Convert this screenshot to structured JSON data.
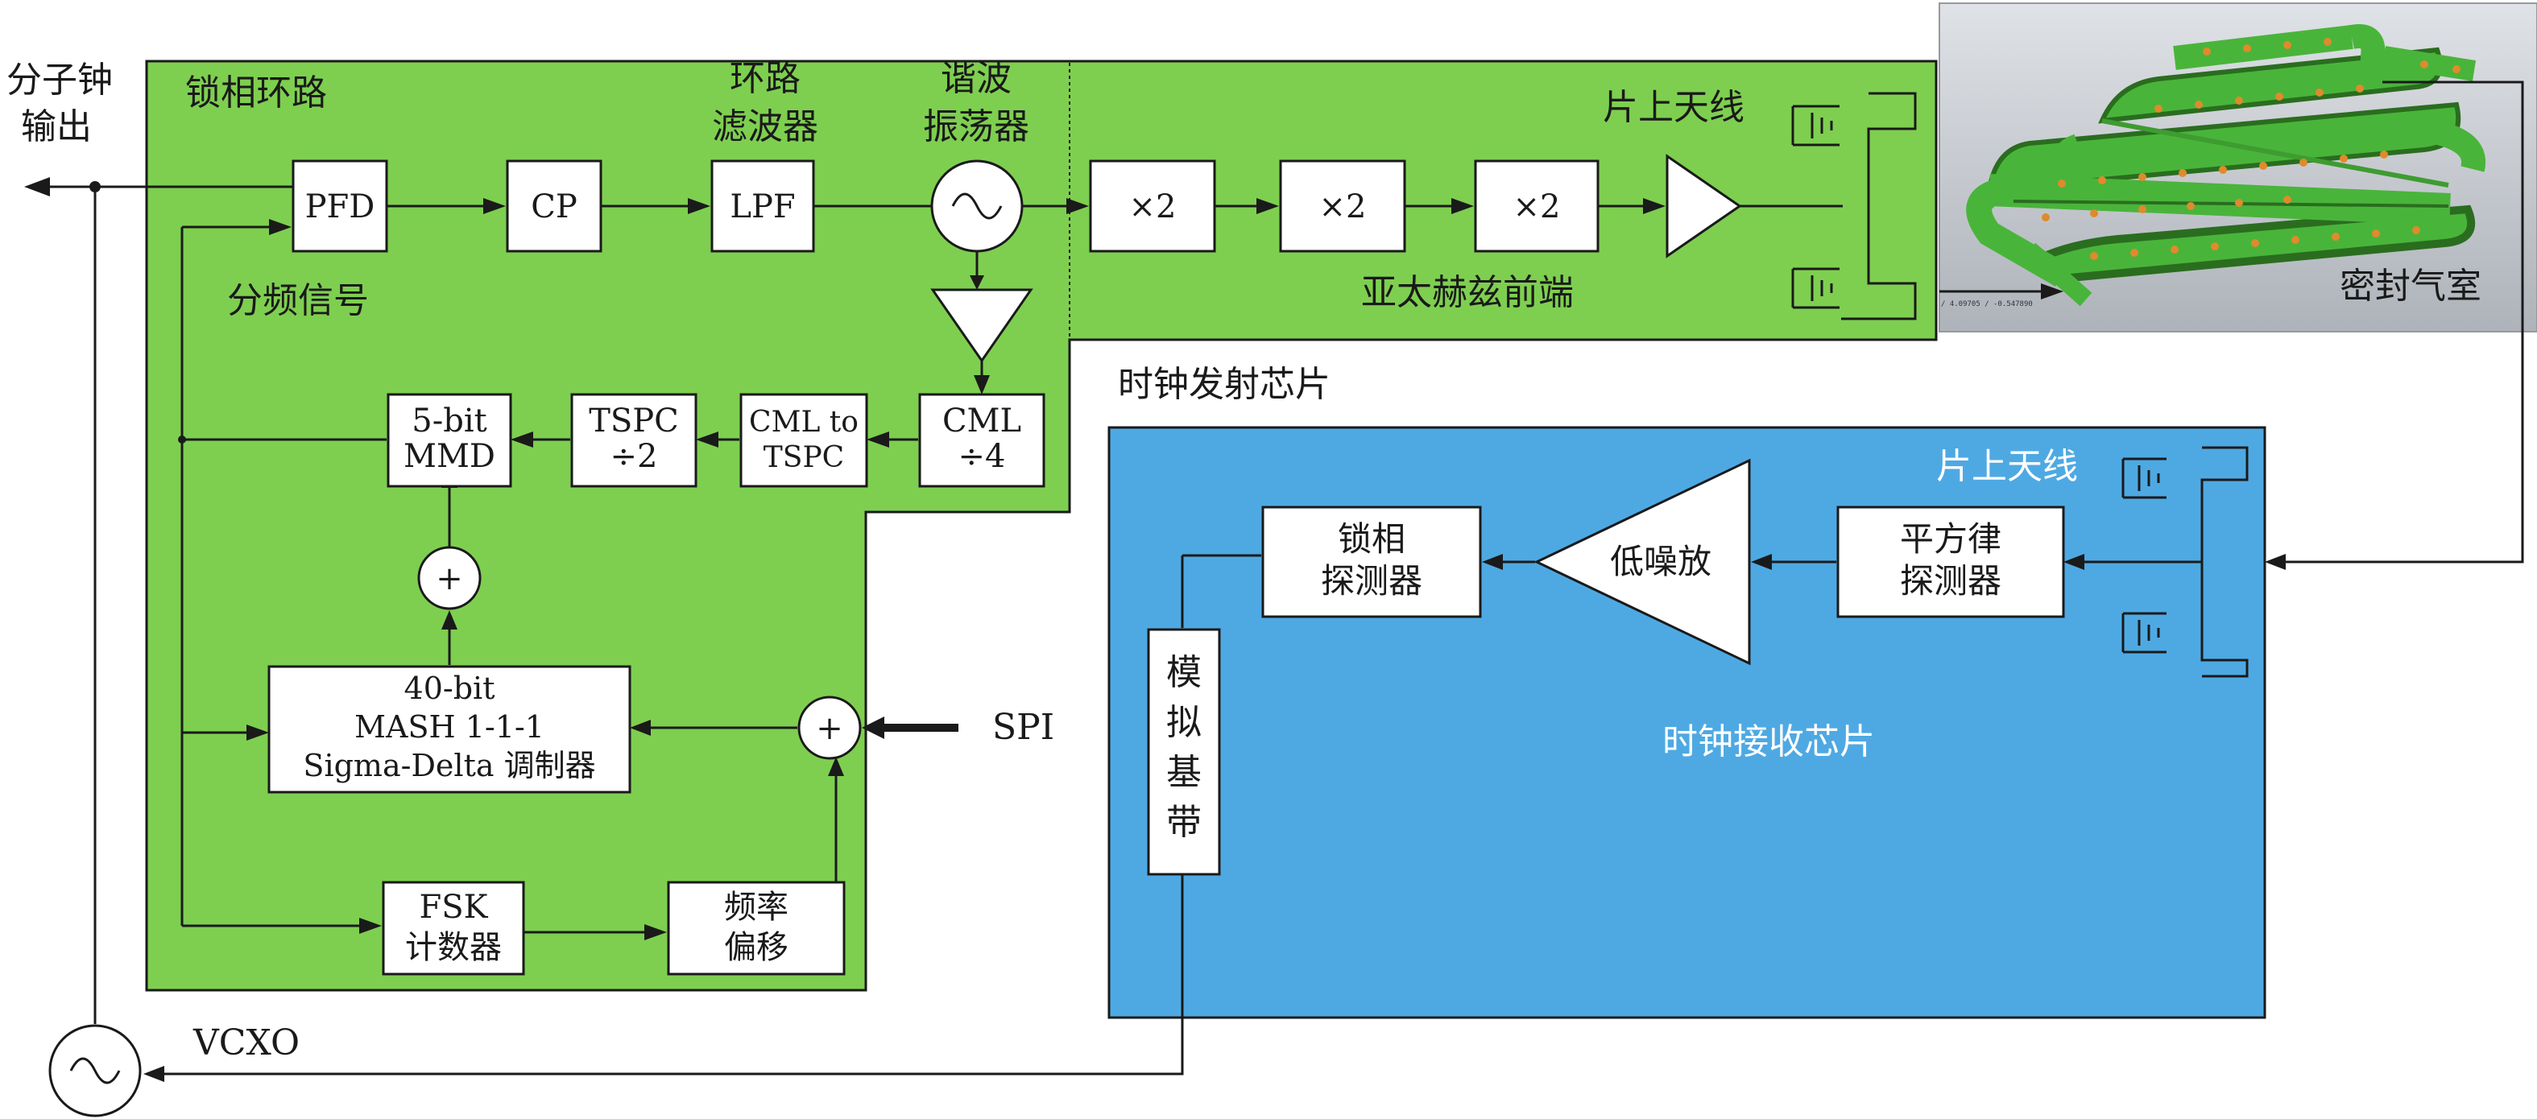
{
  "output": {
    "line1": "分子钟",
    "line2": "输出"
  },
  "pll": {
    "title": "锁相环路",
    "divided_signal_label": "分频信号",
    "pfd": "PFD",
    "cp": "CP",
    "loop_filter_caption": {
      "line1": "环路",
      "line2": "滤波器"
    },
    "lpf": "LPF",
    "oscillator_caption": {
      "line1": "谐波",
      "line2": "振荡器"
    },
    "cml_div": {
      "line1": "CML",
      "line2": "÷4"
    },
    "cml_to_tspc": {
      "line1": "CML to",
      "line2": "TSPC"
    },
    "tspc_div": {
      "line1": "TSPC",
      "line2": "÷2"
    },
    "mmd": {
      "line1": "5-bit",
      "line2": "MMD"
    },
    "adder_symbol": "+",
    "mash": {
      "line1": "40-bit",
      "line2": "MASH 1-1-1",
      "line3": "Sigma-Delta 调制器"
    },
    "spi": "SPI",
    "fsk": {
      "line1": "FSK",
      "line2": "计数器"
    },
    "freq_offset": {
      "line1": "频率",
      "line2": "偏移"
    }
  },
  "frontend": {
    "multiplier": "×2",
    "antenna_label": "片上天线",
    "label": "亚太赫兹前端"
  },
  "transmitter_chip_label": "时钟发射芯片",
  "waveguide": {
    "chamber_label": "密封气室",
    "coordinate_readout": "/ 4.09705 / -0.547890"
  },
  "receiver": {
    "antenna_label": "片上天线",
    "square_law": {
      "line1": "平方律",
      "line2": "探测器"
    },
    "lna": "低噪放",
    "phase_detector": {
      "line1": "锁相",
      "line2": "探测器"
    },
    "analog_baseband": [
      "模",
      "拟",
      "基",
      "带"
    ],
    "chip_label": "时钟接收芯片"
  },
  "vcxo": "VCXO",
  "colors": {
    "pll_region": "#7ecf50",
    "receiver_region": "#4ea9e3",
    "line": "#1a1a1a",
    "waveguide_body": "#49b43a",
    "waveguide_dot": "#e08a2c",
    "chamber_bg": "#c9cdd3"
  }
}
